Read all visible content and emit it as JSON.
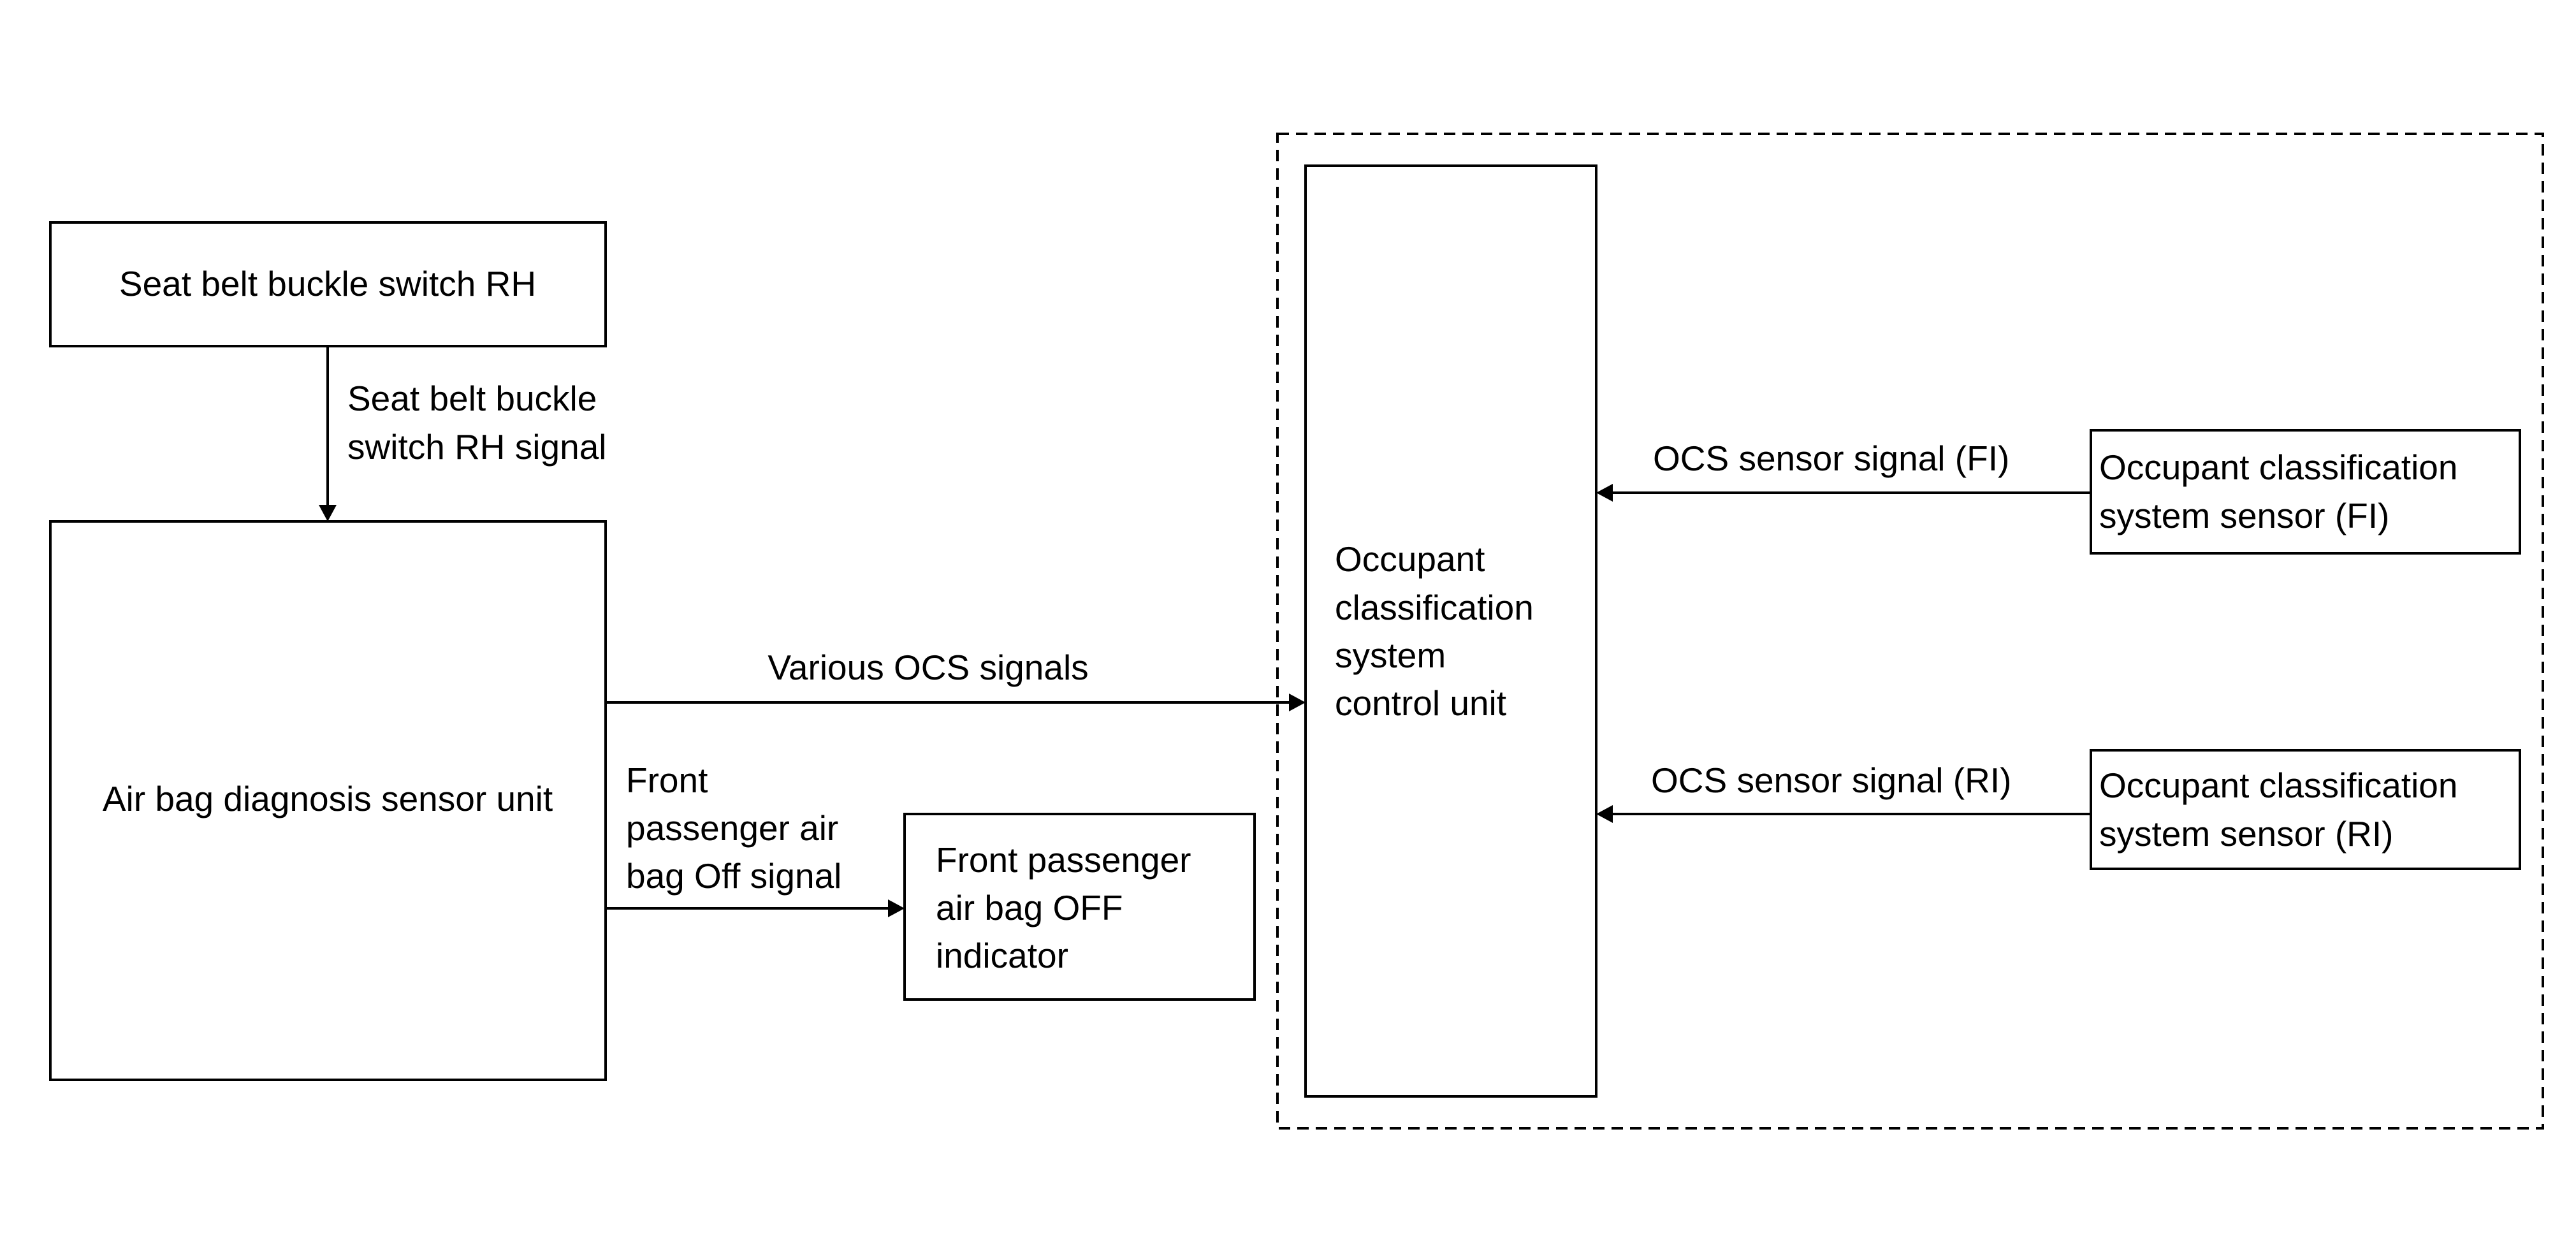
{
  "boxes": {
    "seat_belt_switch": "Seat belt buckle switch RH",
    "airbag_sensor_unit": "Air bag diagnosis sensor unit",
    "airbag_off_indicator": [
      "Front passenger",
      "air bag OFF",
      "indicator"
    ],
    "ocs_control_unit": [
      "Occupant",
      "classification",
      "system",
      "control unit"
    ],
    "ocs_sensor_fl": [
      "Occupant classification",
      "system sensor (FI)"
    ],
    "ocs_sensor_rl": [
      "Occupant classification",
      "system sensor (RI)"
    ]
  },
  "signals": {
    "seat_belt_signal": [
      "Seat belt buckle",
      "switch RH signal"
    ],
    "various_ocs": "Various OCS signals",
    "airbag_off_signal": [
      "Front",
      "passenger air",
      "bag Off signal"
    ],
    "ocs_fl": "OCS sensor signal (FI)",
    "ocs_rl": "OCS sensor signal (RI)"
  }
}
